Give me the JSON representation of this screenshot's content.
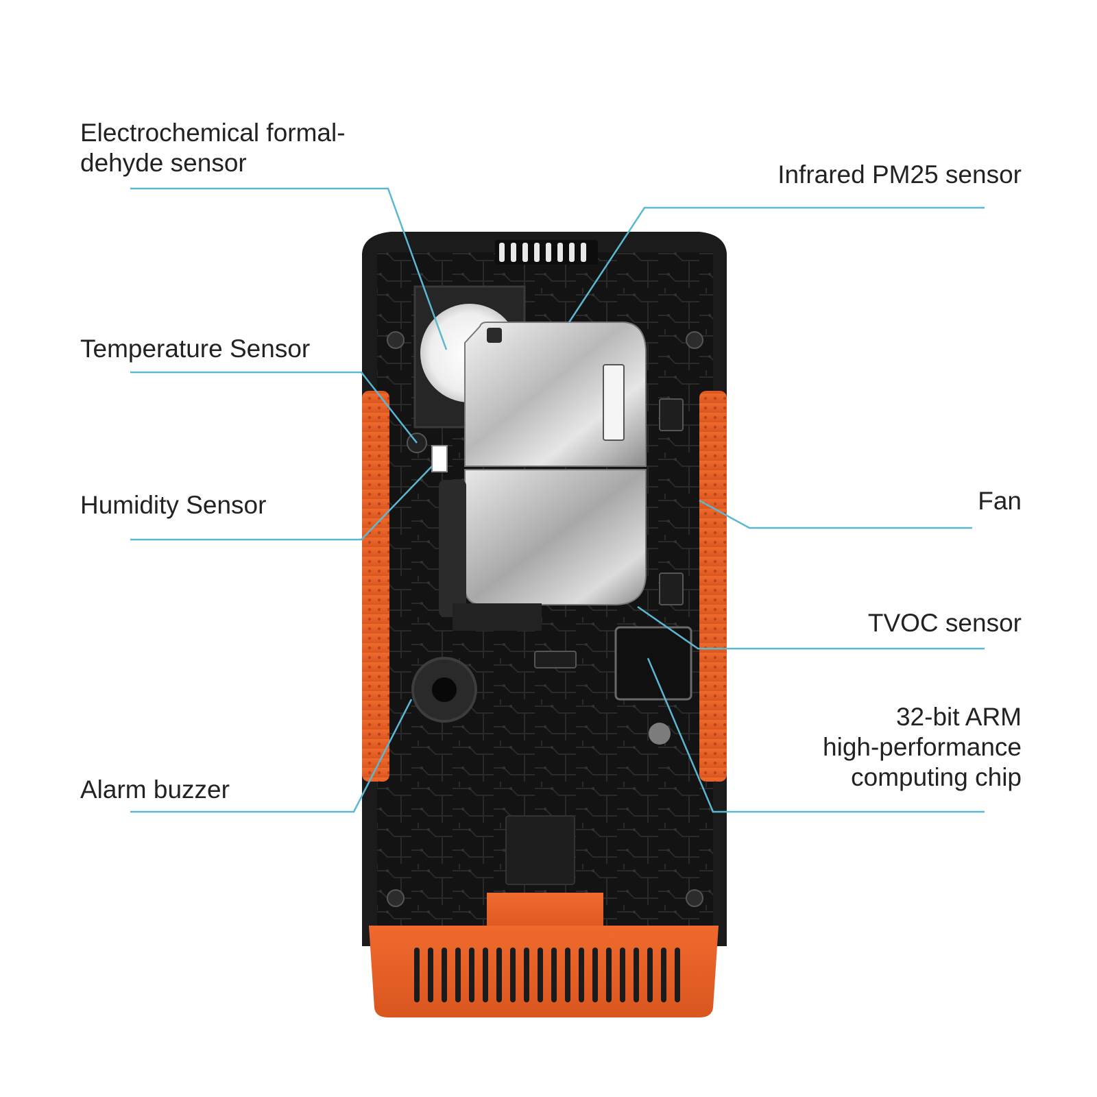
{
  "labels": {
    "formaldehyde": [
      "Electrochemical formal-",
      "dehyde sensor"
    ],
    "pm25": "Infrared PM25 sensor",
    "temperature": "Temperature Sensor",
    "humidity": "Humidity Sensor",
    "alarm": "Alarm buzzer",
    "fan": "Fan",
    "tvoc": "TVOC sensor",
    "arm": [
      "32-bit ARM",
      "high-performance",
      "computing chip"
    ]
  },
  "colors": {
    "leader_line": "#5bb8d3",
    "device_body": "#1b1b1b",
    "pcb": "#111111",
    "orange": "#e8652b",
    "metal": "#c9c9c9",
    "text": "#222222"
  }
}
